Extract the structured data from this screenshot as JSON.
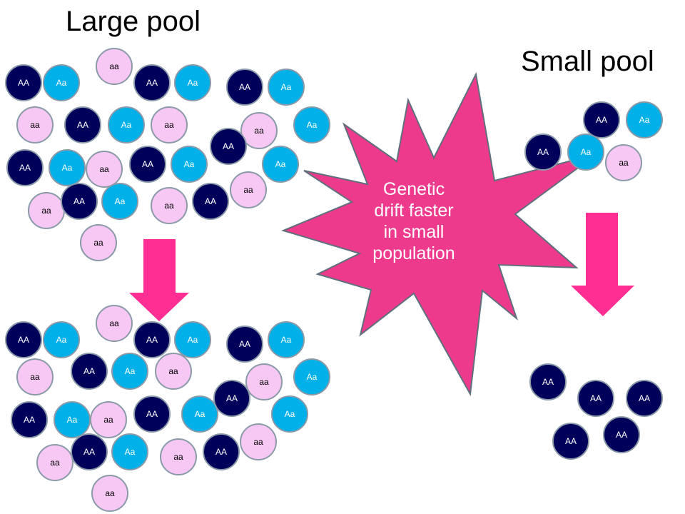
{
  "titles": {
    "large": "Large pool",
    "small": "Small pool"
  },
  "callout": {
    "lines": [
      "Genetic",
      "drift faster",
      "in small",
      "population"
    ]
  },
  "genotypes": {
    "AA": "AA",
    "Aa": "Aa",
    "aa": "aa"
  },
  "colors": {
    "AA": "#00005a",
    "Aa": "#00b0e8",
    "aa": "#f8c8f5",
    "circle_stroke": "#8a9aa8",
    "arrow": "#ff2e93",
    "burst": "#ee3a8c",
    "burst_stroke": "#5f6f7c"
  },
  "pools": [
    {
      "name": "large-pool-before",
      "alleles": [
        "aa",
        "AA",
        "Aa",
        "AA",
        "Aa",
        "AA",
        "Aa",
        "aa",
        "AA",
        "Aa",
        "aa",
        "aa",
        "Aa",
        "AA",
        "AA",
        "Aa",
        "aa",
        "AA",
        "Aa",
        "Aa",
        "aa",
        "aa",
        "AA",
        "Aa",
        "aa",
        "AA",
        "aa"
      ]
    },
    {
      "name": "large-pool-after",
      "alleles": [
        "aa",
        "AA",
        "Aa",
        "AA",
        "Aa",
        "AA",
        "Aa",
        "aa",
        "AA",
        "Aa",
        "aa",
        "aa",
        "Aa",
        "AA",
        "AA",
        "Aa",
        "aa",
        "AA",
        "Aa",
        "Aa",
        "aa",
        "aa",
        "AA",
        "Aa",
        "aa",
        "AA",
        "aa"
      ]
    },
    {
      "name": "small-pool-before",
      "alleles": [
        "AA",
        "Aa",
        "AA",
        "Aa",
        "aa"
      ]
    },
    {
      "name": "small-pool-after",
      "alleles": [
        "AA",
        "AA",
        "AA",
        "AA",
        "AA"
      ]
    }
  ]
}
